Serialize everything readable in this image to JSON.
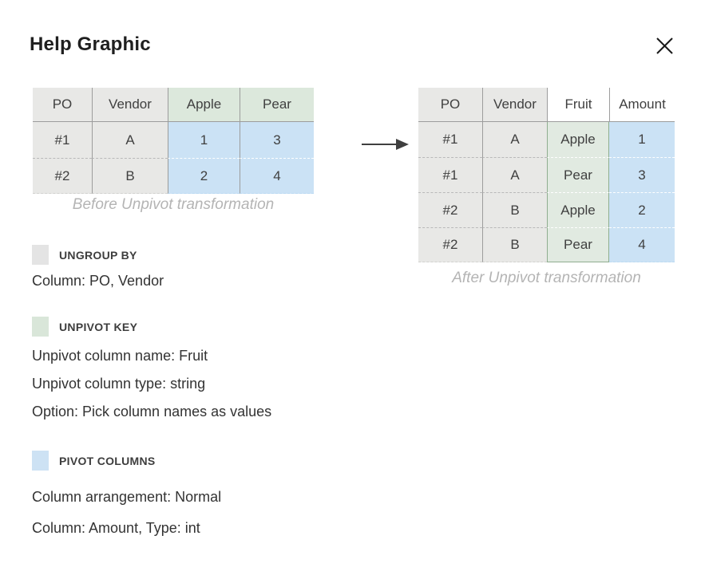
{
  "dialog": {
    "title": "Help Graphic"
  },
  "icons": {
    "close": "x-cross",
    "arrow": "arrow-right"
  },
  "colors": {
    "ungroup_cell": "#e8e8e6",
    "unpivot_key_cell": "#dce8dc",
    "pivot_value_cell": "#cbe2f5",
    "grid_line": "#9c9c9c",
    "caption_text": "#b4b4b4"
  },
  "before_table": {
    "headers": [
      "PO",
      "Vendor",
      "Apple",
      "Pear"
    ],
    "rows": [
      [
        "#1",
        "A",
        "1",
        "3"
      ],
      [
        "#2",
        "B",
        "2",
        "4"
      ]
    ],
    "caption": "Before Unpivot transformation"
  },
  "after_table": {
    "headers": [
      "PO",
      "Vendor",
      "Fruit",
      "Amount"
    ],
    "rows": [
      [
        "#1",
        "A",
        "Apple",
        "1"
      ],
      [
        "#1",
        "A",
        "Pear",
        "3"
      ],
      [
        "#2",
        "B",
        "Apple",
        "2"
      ],
      [
        "#2",
        "B",
        "Pear",
        "4"
      ]
    ],
    "caption": "After Unpivot transformation"
  },
  "legend": {
    "ungroup": {
      "label": "UNGROUP BY",
      "swatch_color": "#e4e4e4",
      "lines": [
        "Column: PO, Vendor"
      ]
    },
    "unpivot_key": {
      "label": "UNPIVOT KEY",
      "swatch_color": "#d9e6d9",
      "lines": [
        "Unpivot column name: Fruit",
        "Unpivot column type: string",
        "Option: Pick column names as values"
      ]
    },
    "pivot_columns": {
      "label": "PIVOT COLUMNS",
      "swatch_color": "#cde2f4",
      "lines": [
        "Column arrangement: Normal",
        "Column: Amount, Type: int"
      ]
    }
  }
}
